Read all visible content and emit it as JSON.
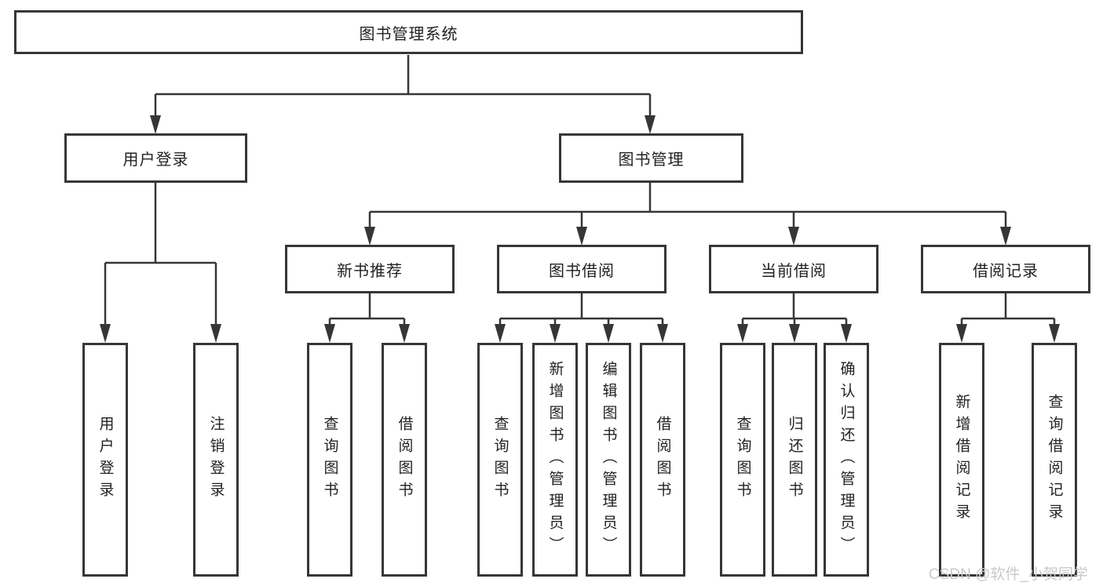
{
  "colors": {
    "line": "#363636",
    "box_border": "#363636",
    "box_fill": "#ffffff",
    "text": "#222222",
    "watermark": "#c9c9c9",
    "background": "#ffffff"
  },
  "tree": {
    "root": {
      "label": "图书管理系统"
    },
    "branches": [
      {
        "label": "用户登录",
        "leaves": [
          {
            "label": "用户登录"
          },
          {
            "label": "注销登录"
          }
        ]
      },
      {
        "label": "图书管理",
        "groups": [
          {
            "label": "新书推荐",
            "leaves": [
              {
                "label": "查询图书"
              },
              {
                "label": "借阅图书"
              }
            ]
          },
          {
            "label": "图书借阅",
            "leaves": [
              {
                "label": "查询图书"
              },
              {
                "label": "新增图书（管理员）"
              },
              {
                "label": "编辑图书（管理员）"
              },
              {
                "label": "借阅图书"
              }
            ]
          },
          {
            "label": "当前借阅",
            "leaves": [
              {
                "label": "查询图书"
              },
              {
                "label": "归还图书"
              },
              {
                "label": "确认归还（管理员）"
              }
            ]
          },
          {
            "label": "借阅记录",
            "leaves": [
              {
                "label": "新增借阅记录"
              },
              {
                "label": "查询借阅记录"
              }
            ]
          }
        ]
      }
    ]
  },
  "watermark": {
    "text": "CSDN @软件_小贺同学"
  }
}
